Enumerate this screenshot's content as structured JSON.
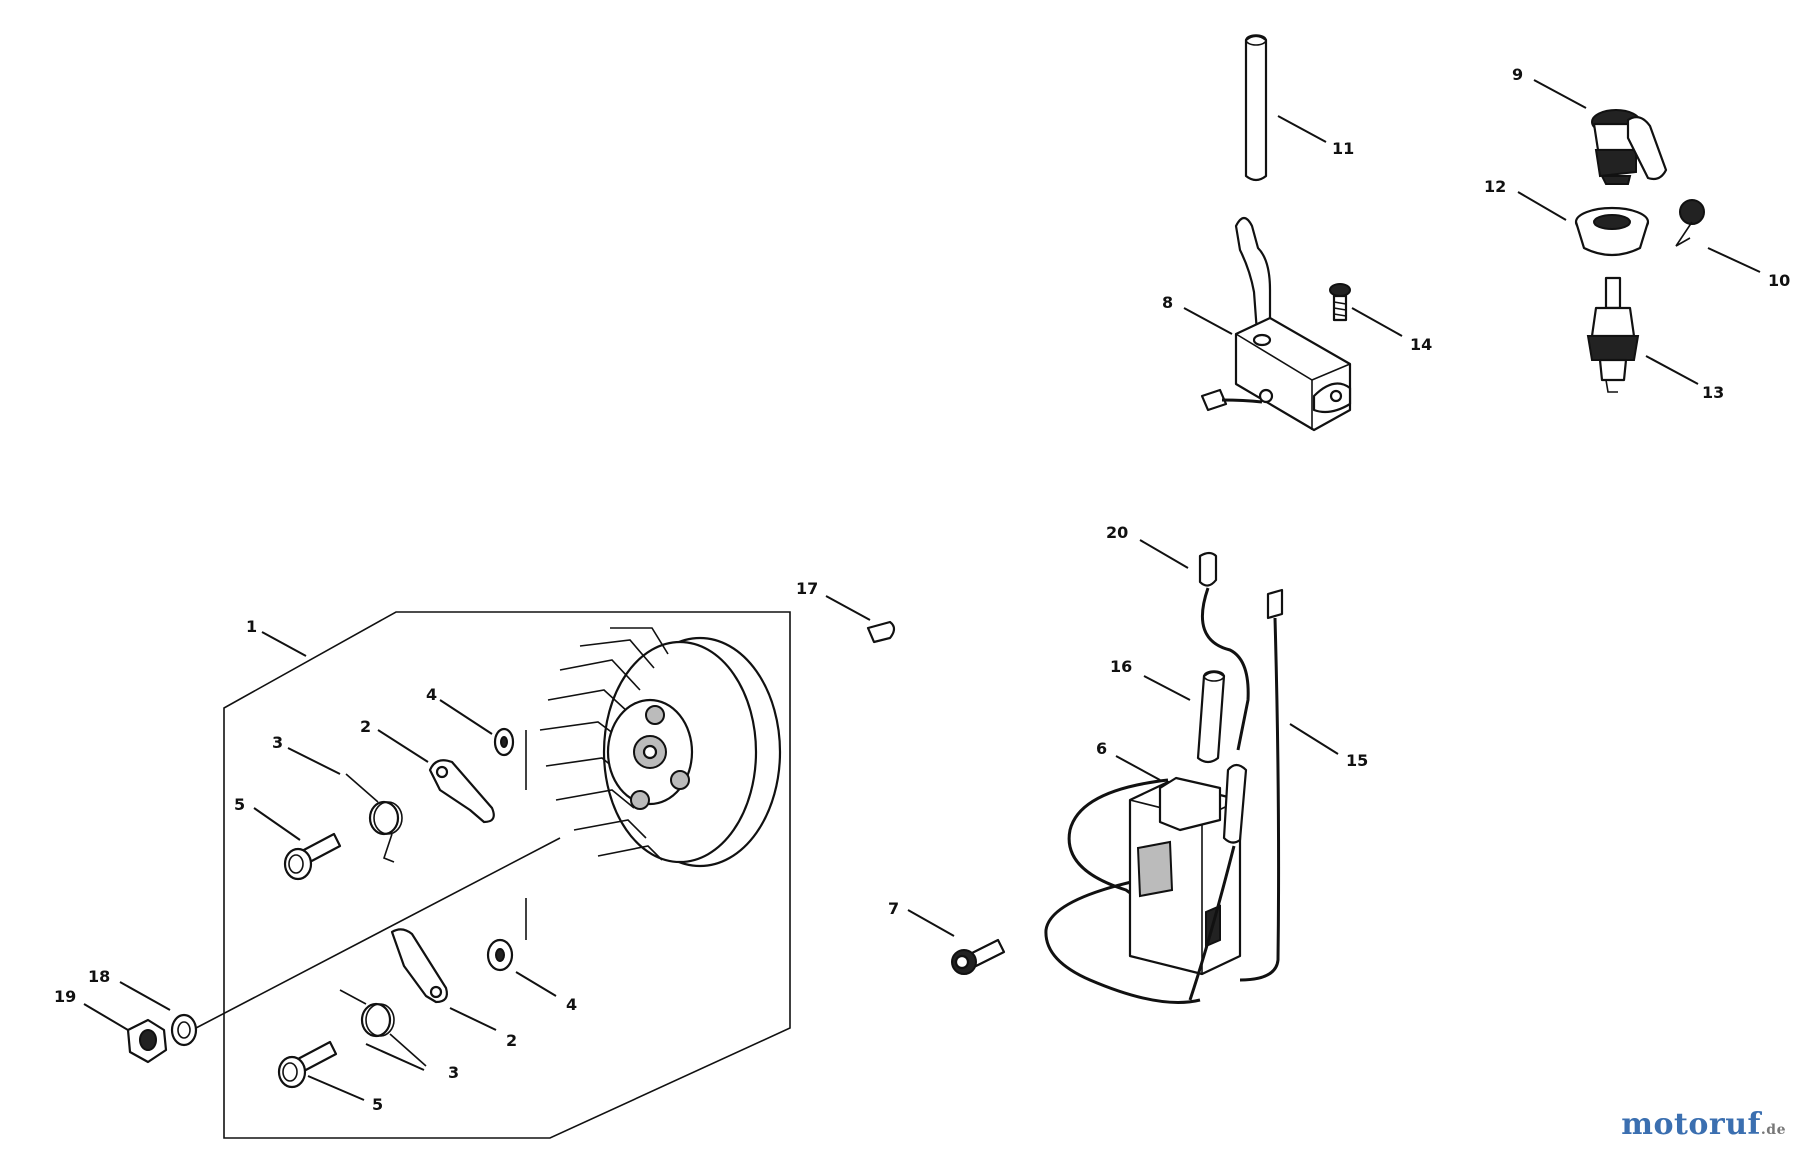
{
  "callouts": [
    {
      "id": "1",
      "text": "1"
    },
    {
      "id": "2a",
      "text": "2"
    },
    {
      "id": "2b",
      "text": "2"
    },
    {
      "id": "3a",
      "text": "3"
    },
    {
      "id": "3b",
      "text": "3"
    },
    {
      "id": "4a",
      "text": "4"
    },
    {
      "id": "4b",
      "text": "4"
    },
    {
      "id": "5a",
      "text": "5"
    },
    {
      "id": "5b",
      "text": "5"
    },
    {
      "id": "6",
      "text": "6"
    },
    {
      "id": "7",
      "text": "7"
    },
    {
      "id": "8",
      "text": "8"
    },
    {
      "id": "9",
      "text": "9"
    },
    {
      "id": "10",
      "text": "10"
    },
    {
      "id": "11",
      "text": "11"
    },
    {
      "id": "12",
      "text": "12"
    },
    {
      "id": "13",
      "text": "13"
    },
    {
      "id": "14",
      "text": "14"
    },
    {
      "id": "15",
      "text": "15"
    },
    {
      "id": "16",
      "text": "16"
    },
    {
      "id": "17",
      "text": "17"
    },
    {
      "id": "18",
      "text": "18"
    },
    {
      "id": "19",
      "text": "19"
    },
    {
      "id": "20",
      "text": "20"
    }
  ],
  "watermark": {
    "brand": "motoruf",
    "tld": ".de"
  },
  "colors": {
    "ink": "#111111",
    "background": "#ffffff",
    "watermark": "#3b6fb0"
  }
}
